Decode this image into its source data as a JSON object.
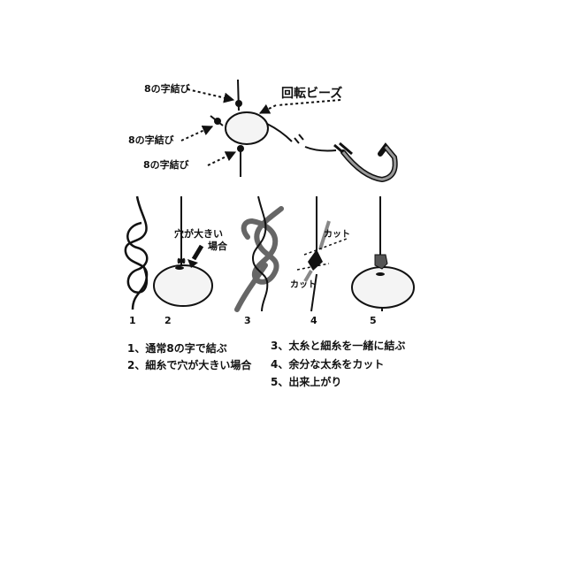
{
  "top": {
    "knot_label_upper": "8の字結び",
    "knot_label_middle": "8の字結び",
    "knot_label_lower": "8の字結び",
    "bead_label": "回転ビーズ"
  },
  "panels": {
    "num1": "1",
    "num2": "2",
    "num3": "3",
    "num4": "4",
    "num5": "5",
    "large_hole_line1": "穴が大きい",
    "large_hole_line2": "場合",
    "cut_upper": "カット",
    "cut_lower": "カット"
  },
  "steps": [
    "1、通常8の字で結ぶ",
    "2、細糸で穴が大きい場合",
    "3、太糸と細糸を一緒に結ぶ",
    "4、余分な太糸をカット",
    "5、出来上がり"
  ],
  "colors": {
    "line": "#111111",
    "bead_fill": "#f4f4f4",
    "thick_line": "#666666",
    "hook": "#888888"
  }
}
